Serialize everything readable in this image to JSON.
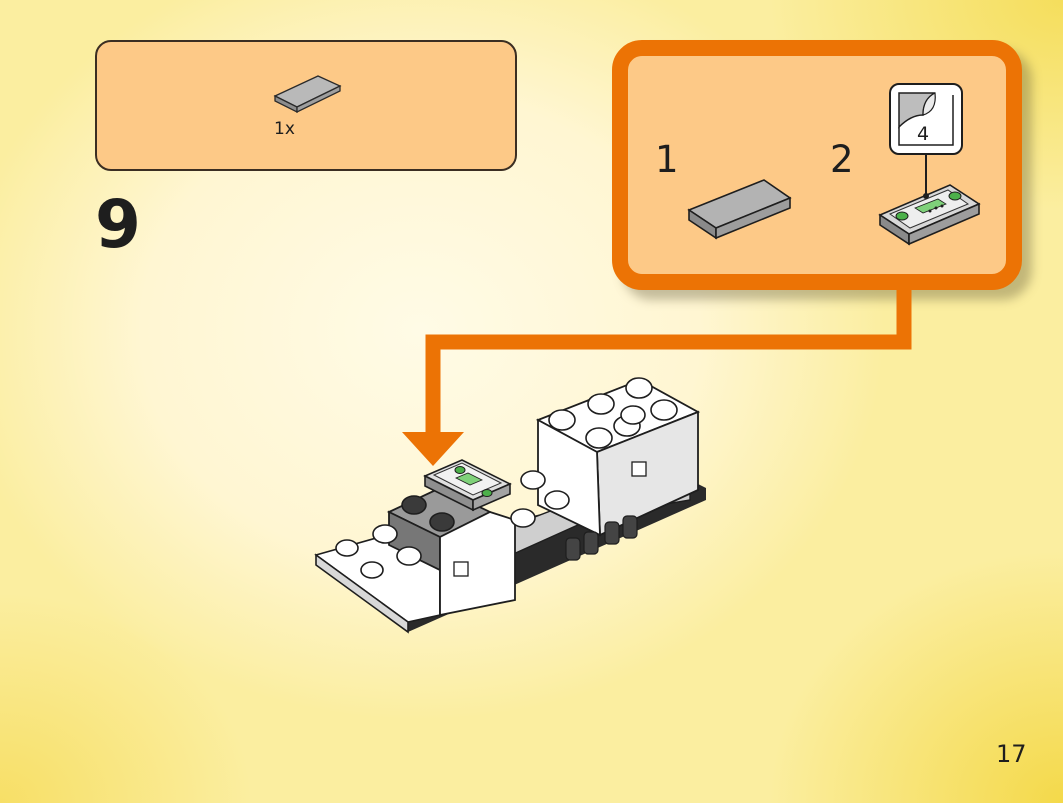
{
  "step": {
    "number": "9"
  },
  "parts_list": {
    "quantity": "1x",
    "part": "gray-flat-tile-icon"
  },
  "callout": {
    "substeps": [
      {
        "number": "1",
        "part": "gray-flat-tile-icon"
      },
      {
        "number": "2",
        "part": "tile-with-sticker-icon"
      }
    ],
    "sticker_number": "4"
  },
  "page_number": "17",
  "colors": {
    "callout_border": "#ec7305",
    "panel_fill": "#fdc987",
    "arrow": "#ec7305"
  }
}
